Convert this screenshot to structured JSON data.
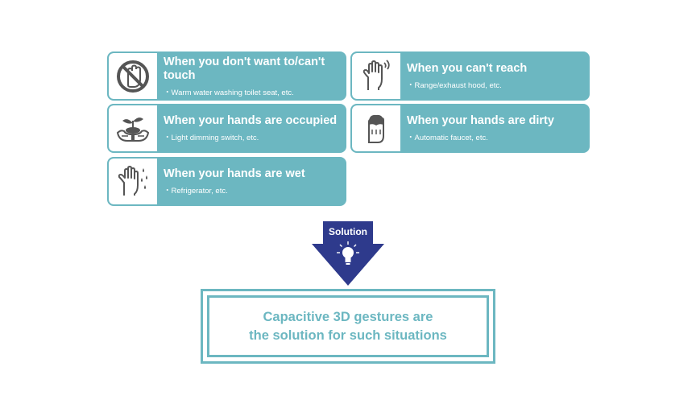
{
  "cards": [
    {
      "title": "When you don't want to/can't touch",
      "sub": "Warm water washing toilet seat, etc.",
      "icon": "no-touch-hand-icon"
    },
    {
      "title": "When you can't reach",
      "sub": "Range/exhaust hood, etc.",
      "icon": "reaching-hand-icon"
    },
    {
      "title": "When your hands are occupied",
      "sub": "Light dimming switch, etc.",
      "icon": "hands-holding-plant-icon"
    },
    {
      "title": "When your hands are dirty",
      "sub": "Automatic faucet, etc.",
      "icon": "dirty-hand-icon"
    },
    {
      "title": "When your hands are wet",
      "sub": "Refrigerator, etc.",
      "icon": "wet-hand-icon"
    }
  ],
  "arrow": {
    "label": "Solution",
    "icon": "light-bulb-icon"
  },
  "solution": {
    "line1": "Capacitive 3D gestures are",
    "line2": "the solution for such situations"
  },
  "colors": {
    "teal": "#6cb7c1",
    "navy": "#2e3a8c",
    "icon": "#555555"
  }
}
